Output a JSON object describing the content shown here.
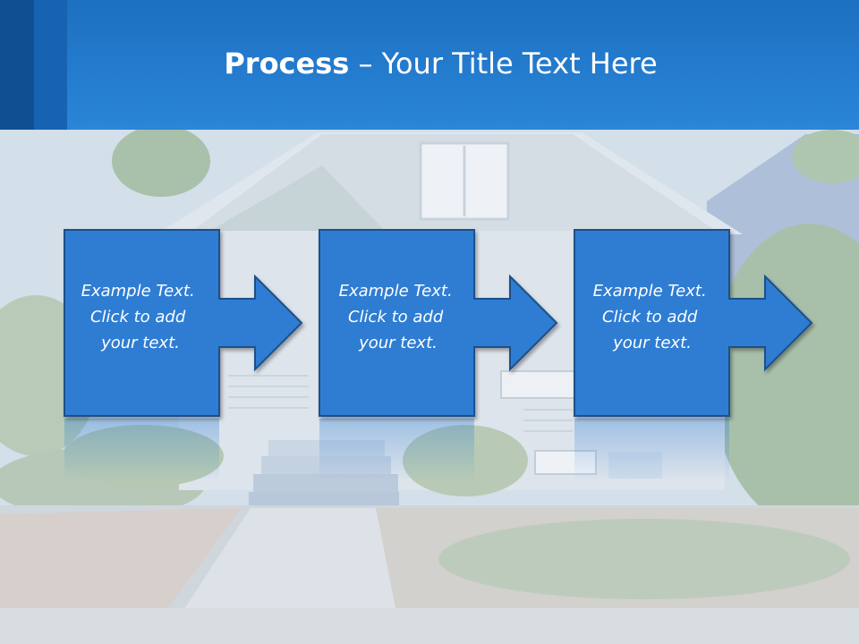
{
  "title": {
    "bold": "Process",
    "rest": " – Your Title Text Here"
  },
  "steps": [
    {
      "lines": [
        "Example Text.",
        "Click  to add",
        "your text."
      ]
    },
    {
      "lines": [
        "Example Text.",
        "Click  to add",
        "your text."
      ]
    },
    {
      "lines": [
        "Example Text.",
        "Click  to add",
        "your text."
      ]
    }
  ],
  "colors": {
    "header": "#2a86d8",
    "box_fill": "#2d7dd2",
    "box_stroke": "#1a4f8a"
  }
}
